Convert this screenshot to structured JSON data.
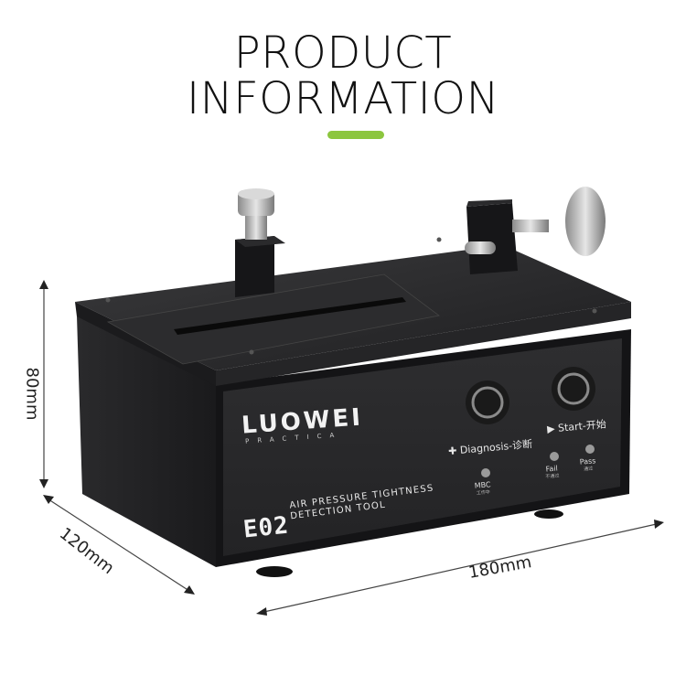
{
  "header": {
    "title_line1": "PRODUCT",
    "title_line2": "INFORMATION",
    "accent_color": "#8cc63f"
  },
  "product": {
    "brand": "LUOWEI",
    "brand_sub": "PRACTICA",
    "model": "E02",
    "description_line1": "AIR PRESSURE TIGHTNESS",
    "description_line2": "DETECTION TOOL",
    "buttons": [
      {
        "label": "Diagnosis-诊断",
        "icon": "diagnosis-icon"
      },
      {
        "label": "Start-开始",
        "icon": "play-icon"
      }
    ],
    "indicators": [
      {
        "label": "MBC",
        "sub": "工作中"
      },
      {
        "label": "Fail",
        "sub": "不通过"
      },
      {
        "label": "Pass",
        "sub": "通过"
      }
    ]
  },
  "dimensions": {
    "height": "80mm",
    "depth": "120mm",
    "width": "180mm"
  }
}
